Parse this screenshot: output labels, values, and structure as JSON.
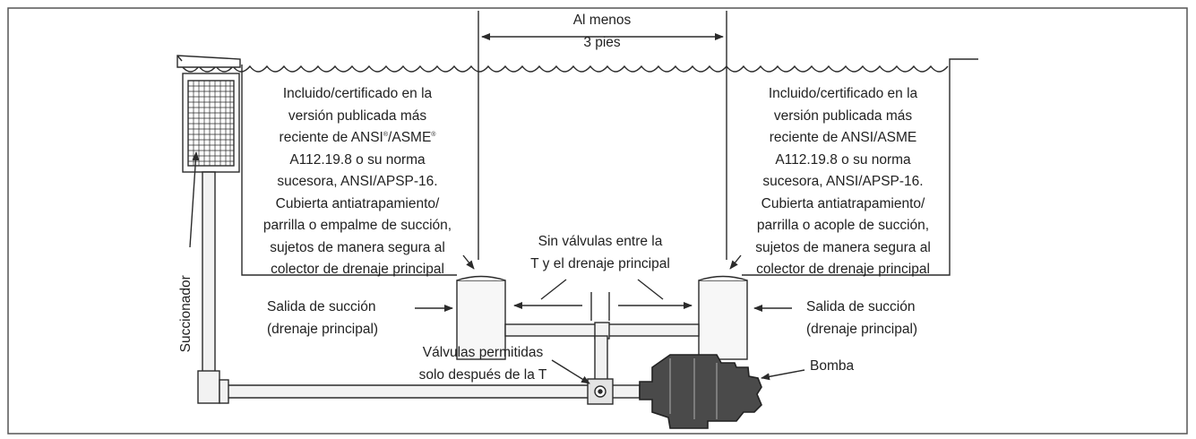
{
  "colors": {
    "line": "#2b2b2b",
    "pipe_fill": "#f2f2f2",
    "pump_fill": "#4a4a4a",
    "border": "#555555"
  },
  "icons": {
    "pump": "pump-icon",
    "skimmer": "skimmer-icon",
    "valve": "valve-icon"
  },
  "labels": {
    "distance": {
      "line1": "Al menos",
      "line2": "3 pies"
    },
    "left_note": {
      "line1": "Incluido/certificado en la",
      "line2": "versión publicada más",
      "line3_main": "reciente de ANSI",
      "line3_sup1": "®",
      "line3_mid": "/ASME",
      "line3_sup2": "®",
      "line4": "A112.19.8 o su norma",
      "line5": "sucesora, ANSI/APSP-16.",
      "line6": "Cubierta antiatrapamiento/",
      "line7": "parrilla o empalme de succión,",
      "line8": "sujetos de manera segura al",
      "line9": "colector de drenaje principal"
    },
    "right_note": {
      "line1": "Incluido/certificado en la",
      "line2": "versión publicada más",
      "line3": "reciente de ANSI/ASME",
      "line4": "A112.19.8 o su norma",
      "line5": "sucesora, ANSI/APSP-16.",
      "line6": "Cubierta antiatrapamiento/",
      "line7": "parrilla o acople de succión,",
      "line8": "sujetos de manera segura al",
      "line9": "colector de drenaje principal"
    },
    "no_valves": {
      "line1": "Sin válvulas entre la",
      "line2": "T y el drenaje principal"
    },
    "left_outlet": {
      "line1": "Salida de succión",
      "line2": "(drenaje principal)"
    },
    "right_outlet": {
      "line1": "Salida de succión",
      "line2": "(drenaje principal)"
    },
    "valves_allowed": {
      "line1": "Válvulas permitidas",
      "line2": "solo después de la T"
    },
    "pump": "Bomba",
    "skimmer": "Succionador"
  }
}
